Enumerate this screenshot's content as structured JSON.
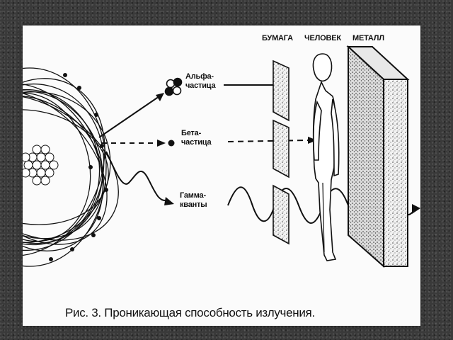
{
  "header_labels": {
    "paper": "БУМАГА",
    "human": "ЧЕЛОВЕК",
    "metal": "МЕТАЛЛ"
  },
  "radiation": {
    "alpha": "Альфа-\nчастица",
    "beta": "Бета-\nчастица",
    "gamma": "Гамма-\nкванты"
  },
  "caption": "Рис. 3. Проникающая способность излучения."
}
